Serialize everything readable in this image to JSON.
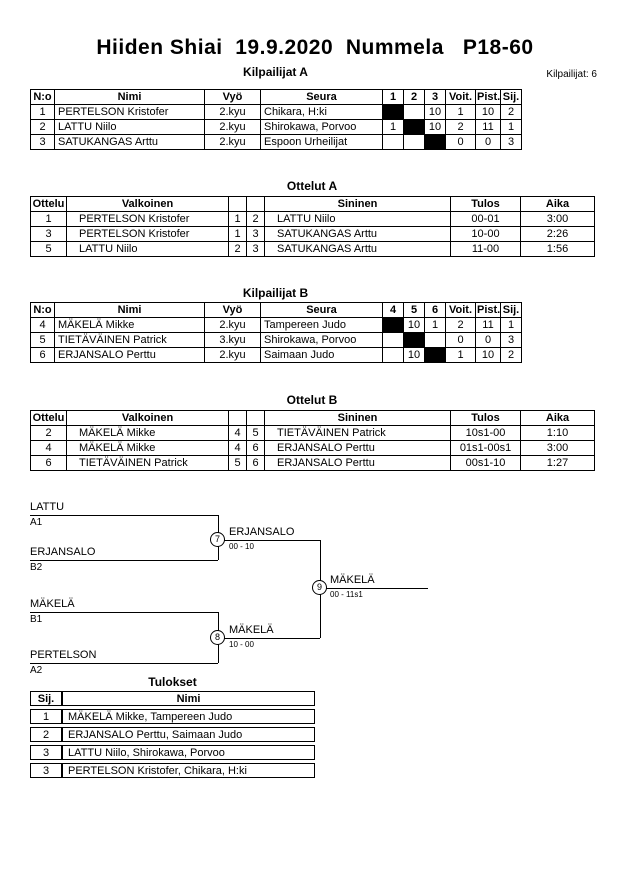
{
  "page": {
    "title": "Hiiden Shiai  19.9.2020  Nummela   P18-60",
    "competitors_label": "Kilpailijat: 6"
  },
  "pool_a": {
    "title": "Kilpailijat A",
    "headers": [
      "N:o",
      "Nimi",
      "Vyö",
      "Seura",
      "1",
      "2",
      "3",
      "Voit.",
      "Pist.",
      "Sij."
    ],
    "rows": [
      {
        "no": "1",
        "name": "PERTELSON Kristofer",
        "belt": "2.kyu",
        "club": "Chikara, H:ki",
        "m1": "",
        "m2": "",
        "m3": "10",
        "wins": "1",
        "points": "10",
        "place": "2"
      },
      {
        "no": "2",
        "name": "LATTU Niilo",
        "belt": "2.kyu",
        "club": "Shirokawa, Porvoo",
        "m1": "1",
        "m2": "",
        "m3": "10",
        "wins": "2",
        "points": "11",
        "place": "1"
      },
      {
        "no": "3",
        "name": "SATUKANGAS Arttu",
        "belt": "2.kyu",
        "club": "Espoon Urheilijat",
        "m1": "",
        "m2": "",
        "m3": "",
        "wins": "0",
        "points": "0",
        "place": "3"
      }
    ]
  },
  "ottelut_a": {
    "title": "Ottelut A",
    "headers": [
      "Ottelu",
      "Valkoinen",
      "",
      "",
      "Sininen",
      "Tulos",
      "Aika"
    ],
    "rows": [
      {
        "match": "1",
        "white": "PERTELSON Kristofer",
        "wno": "1",
        "bno": "2",
        "blue": "LATTU Niilo",
        "result": "00-01",
        "time": "3:00"
      },
      {
        "match": "3",
        "white": "PERTELSON Kristofer",
        "wno": "1",
        "bno": "3",
        "blue": "SATUKANGAS Arttu",
        "result": "10-00",
        "time": "2:26"
      },
      {
        "match": "5",
        "white": "LATTU Niilo",
        "wno": "2",
        "bno": "3",
        "blue": "SATUKANGAS Arttu",
        "result": "11-00",
        "time": "1:56"
      }
    ]
  },
  "pool_b": {
    "title": "Kilpailijat B",
    "headers": [
      "N:o",
      "Nimi",
      "Vyö",
      "Seura",
      "4",
      "5",
      "6",
      "Voit.",
      "Pist.",
      "Sij."
    ],
    "rows": [
      {
        "no": "4",
        "name": "MÄKELÄ Mikke",
        "belt": "2.kyu",
        "club": "Tampereen Judo",
        "m1": "",
        "m2": "10",
        "m3": "1",
        "wins": "2",
        "points": "11",
        "place": "1"
      },
      {
        "no": "5",
        "name": "TIETÄVÄINEN Patrick",
        "belt": "3.kyu",
        "club": "Shirokawa, Porvoo",
        "m1": "",
        "m2": "",
        "m3": "",
        "wins": "0",
        "points": "0",
        "place": "3"
      },
      {
        "no": "6",
        "name": "ERJANSALO Perttu",
        "belt": "2.kyu",
        "club": "Saimaan Judo",
        "m1": "",
        "m2": "10",
        "m3": "",
        "wins": "1",
        "points": "10",
        "place": "2"
      }
    ]
  },
  "ottelut_b": {
    "title": "Ottelut B",
    "headers": [
      "Ottelu",
      "Valkoinen",
      "",
      "",
      "Sininen",
      "Tulos",
      "Aika"
    ],
    "rows": [
      {
        "match": "2",
        "white": "MÄKELÄ Mikke",
        "wno": "4",
        "bno": "5",
        "blue": "TIETÄVÄINEN Patrick",
        "result": "10s1-00",
        "time": "1:10"
      },
      {
        "match": "4",
        "white": "MÄKELÄ Mikke",
        "wno": "4",
        "bno": "6",
        "blue": "ERJANSALO Perttu",
        "result": "01s1-00s1",
        "time": "3:00"
      },
      {
        "match": "6",
        "white": "TIETÄVÄINEN Patrick",
        "wno": "5",
        "bno": "6",
        "blue": "ERJANSALO Perttu",
        "result": "00s1-10",
        "time": "1:27"
      }
    ]
  },
  "bracket": {
    "sf1": {
      "top": "LATTU",
      "top_seed": "A1",
      "bottom": "ERJANSALO",
      "bottom_seed": "B2",
      "match_no": "7",
      "winner": "ERJANSALO",
      "score": "00 - 10"
    },
    "sf2": {
      "top": "MÄKELÄ",
      "top_seed": "B1",
      "bottom": "PERTELSON",
      "bottom_seed": "A2",
      "match_no": "8",
      "winner": "MÄKELÄ",
      "score": "10 - 00"
    },
    "final": {
      "match_no": "9",
      "winner": "MÄKELÄ",
      "score": "00 - 11s1"
    }
  },
  "results": {
    "title": "Tulokset",
    "headers": [
      "Sij.",
      "Nimi"
    ],
    "rows": [
      {
        "place": "1",
        "name": "MÄKELÄ Mikke, Tampereen Judo"
      },
      {
        "place": "2",
        "name": "ERJANSALO Perttu, Saimaan Judo"
      },
      {
        "place": "3",
        "name": "LATTU Niilo, Shirokawa, Porvoo"
      },
      {
        "place": "3",
        "name": "PERTELSON Kristofer, Chikara, H:ki"
      }
    ]
  }
}
